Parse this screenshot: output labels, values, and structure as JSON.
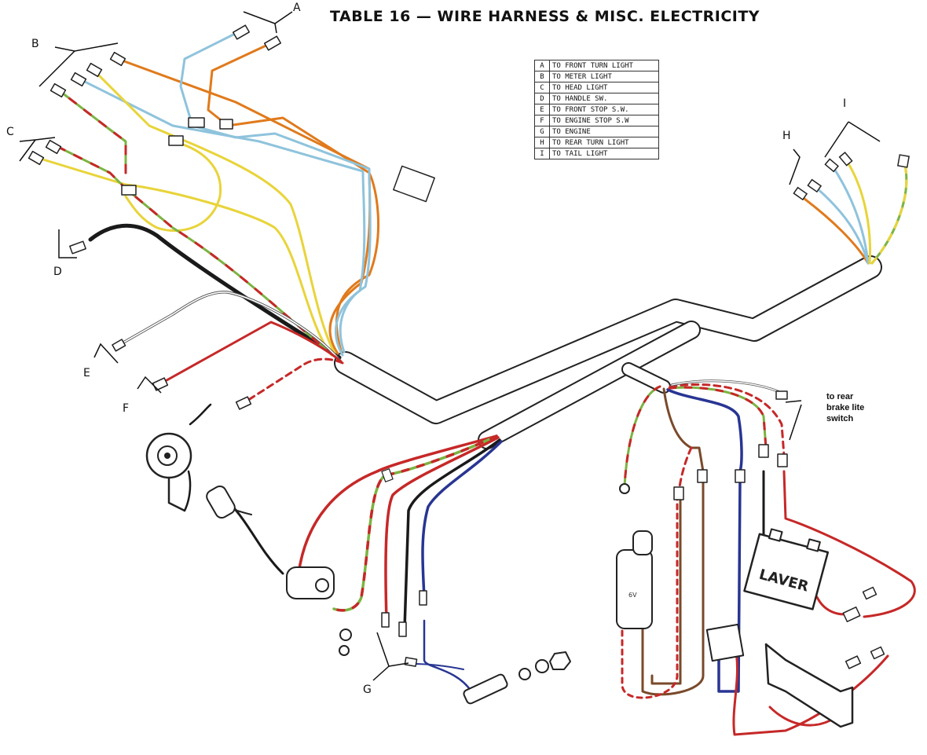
{
  "title": "TABLE 16 — WIRE HARNESS & MISC. ELECTRICITY",
  "legend": [
    {
      "key": "A",
      "text": "TO FRONT TURN LIGHT"
    },
    {
      "key": "B",
      "text": "TO METER LIGHT"
    },
    {
      "key": "C",
      "text": "TO HEAD LIGHT"
    },
    {
      "key": "D",
      "text": "TO HANDLE SW."
    },
    {
      "key": "E",
      "text": "TO FRONT STOP S.W."
    },
    {
      "key": "F",
      "text": "TO ENGINE STOP S.W"
    },
    {
      "key": "G",
      "text": "TO ENGINE"
    },
    {
      "key": "H",
      "text": "TO REAR TURN LIGHT"
    },
    {
      "key": "I",
      "text": "TO TAIL LIGHT"
    }
  ],
  "labels": {
    "a": "A",
    "b": "B",
    "c": "C",
    "d": "D",
    "e": "E",
    "f": "F",
    "g": "G",
    "h": "H",
    "i": "I"
  },
  "annotation": {
    "line1": "to rear",
    "line2": "brake lite",
    "line3": "switch"
  },
  "battery_marking": "LAVER",
  "wire_colors": {
    "orange": "#e07a1c",
    "light_blue": "#8fc3dc",
    "yellow": "#e8d43a",
    "green": "#7cb342",
    "red": "#c62828",
    "black": "#1a1a1a",
    "blue": "#283593",
    "brown": "#7a4a2a",
    "white": "#ffffff"
  }
}
